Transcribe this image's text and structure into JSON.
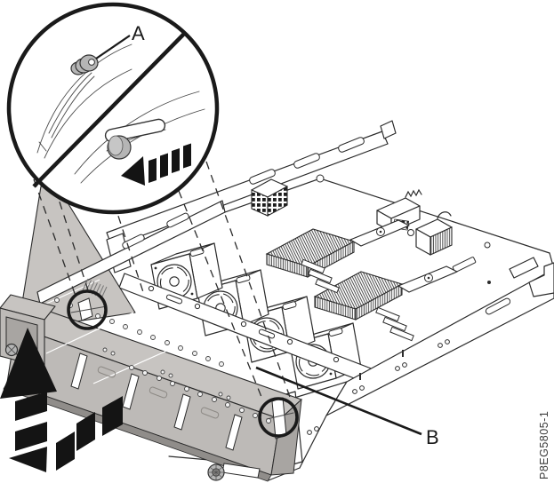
{
  "figure": {
    "callout_a": "A",
    "callout_b": "B",
    "figure_id": "P8EG5805-1"
  },
  "palette": {
    "line": "#2b2b2b",
    "shade_top": "#c7c4c1",
    "shade_front": "#bdbab7",
    "shade_dark": "#908d8a",
    "arrow_black": "#141414",
    "pin_metal": "#b5b5b5",
    "highlight_ring": "#1a1a1a"
  }
}
